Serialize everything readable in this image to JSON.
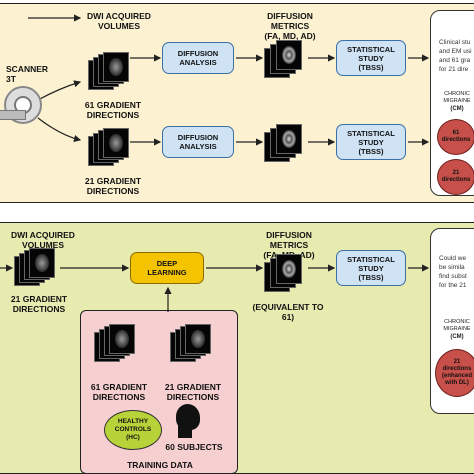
{
  "panel_top": {
    "color": "#fcf2d2",
    "scanner_label": "SCANNER 3T",
    "dwi_title": "DWI ACQUIRED\nVOLUMES",
    "dir61_label": "61 GRADIENT\nDIRECTIONS",
    "dir21_label": "21 GRADIENT\nDIRECTIONS",
    "diffusion_analysis_1": "DIFFUSION\nANALYSIS",
    "diffusion_analysis_2": "DIFFUSION\nANALYSIS",
    "metrics_title": "DIFFUSION METRICS\n(FA, MD, AD)",
    "stat_study_1": "STATISTICAL\nSTUDY\n(TBSS)",
    "stat_study_2": "STATISTICAL\nSTUDY\n(TBSS)",
    "result_text": [
      "Clinical stu",
      "and EM usi",
      "and 61 gra",
      "for 21 dire"
    ],
    "cm_label": "CHRONIC\nMIGRAINE",
    "cm_abbr": "(CM)",
    "ellipse_61": "61\ndirections",
    "ellipse_21": "21\ndirections"
  },
  "panel_bottom": {
    "color": "#e7ebb0",
    "dwi_title": "DWI ACQUIRED\nVOLUMES",
    "dir21_label": "21 GRADIENT\nDIRECTIONS",
    "deep_learning": "DEEP\nLEARNING",
    "metrics_title": "DIFFUSION METRICS\n(FA, MD, AD)",
    "equivalent_label": "(EQUIVALENT TO 61)",
    "stat_study": "STATISTICAL\nSTUDY\n(TBSS)",
    "result_text": [
      "Could we",
      "be simila",
      "find subst",
      "for the 21"
    ],
    "cm_label": "CHRONIC\nMIGRAINE",
    "cm_abbr": "(CM)",
    "ellipse_21": "21\ndirections\n(enhanced\nwith DL)",
    "training": {
      "color": "#f6cfd0",
      "dir61_label": "61 GRADIENT\nDIRECTIONS",
      "dir21_label": "21 GRADIENT\nDIRECTIONS",
      "healthy_controls": "HEALTHY\nCONTROLS\n(HC)",
      "subjects": "60 SUBJECTS",
      "title": "TRAINING DATA"
    }
  }
}
